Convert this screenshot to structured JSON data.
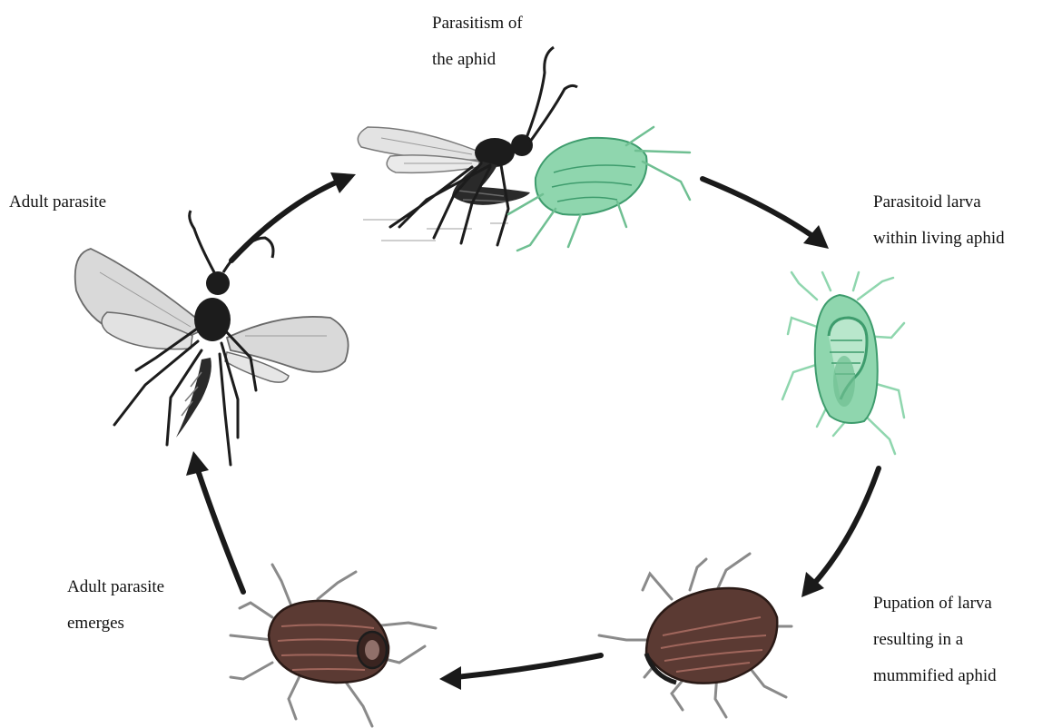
{
  "labels": {
    "parasitism": "Parasitism of\nthe aphid",
    "adult_parasite": "Adult parasite",
    "larva_within": "Parasitoid larva\nwithin living aphid",
    "pupation": "Pupation of larva\nresulting in a\nmummified aphid",
    "emerges": "Adult parasite\nemerges"
  },
  "colors": {
    "text": "#111111",
    "arrow": "#1a1a1a",
    "wasp_body": "#1c1c1c",
    "wing_fill": "#d9d9d9",
    "aphid_green": "#8fd6ae",
    "aphid_green_line": "#3e9c6d",
    "mummy_brown": "#5b3a33",
    "mummy_band": "#a0665c",
    "leg_gray": "#8a8a8a"
  },
  "icons": [
    "wasp-parasitizing-aphid",
    "green-aphid",
    "parasitized-aphid-larva",
    "mummified-aphid",
    "emerged-mummy-aphid",
    "adult-wasp"
  ]
}
